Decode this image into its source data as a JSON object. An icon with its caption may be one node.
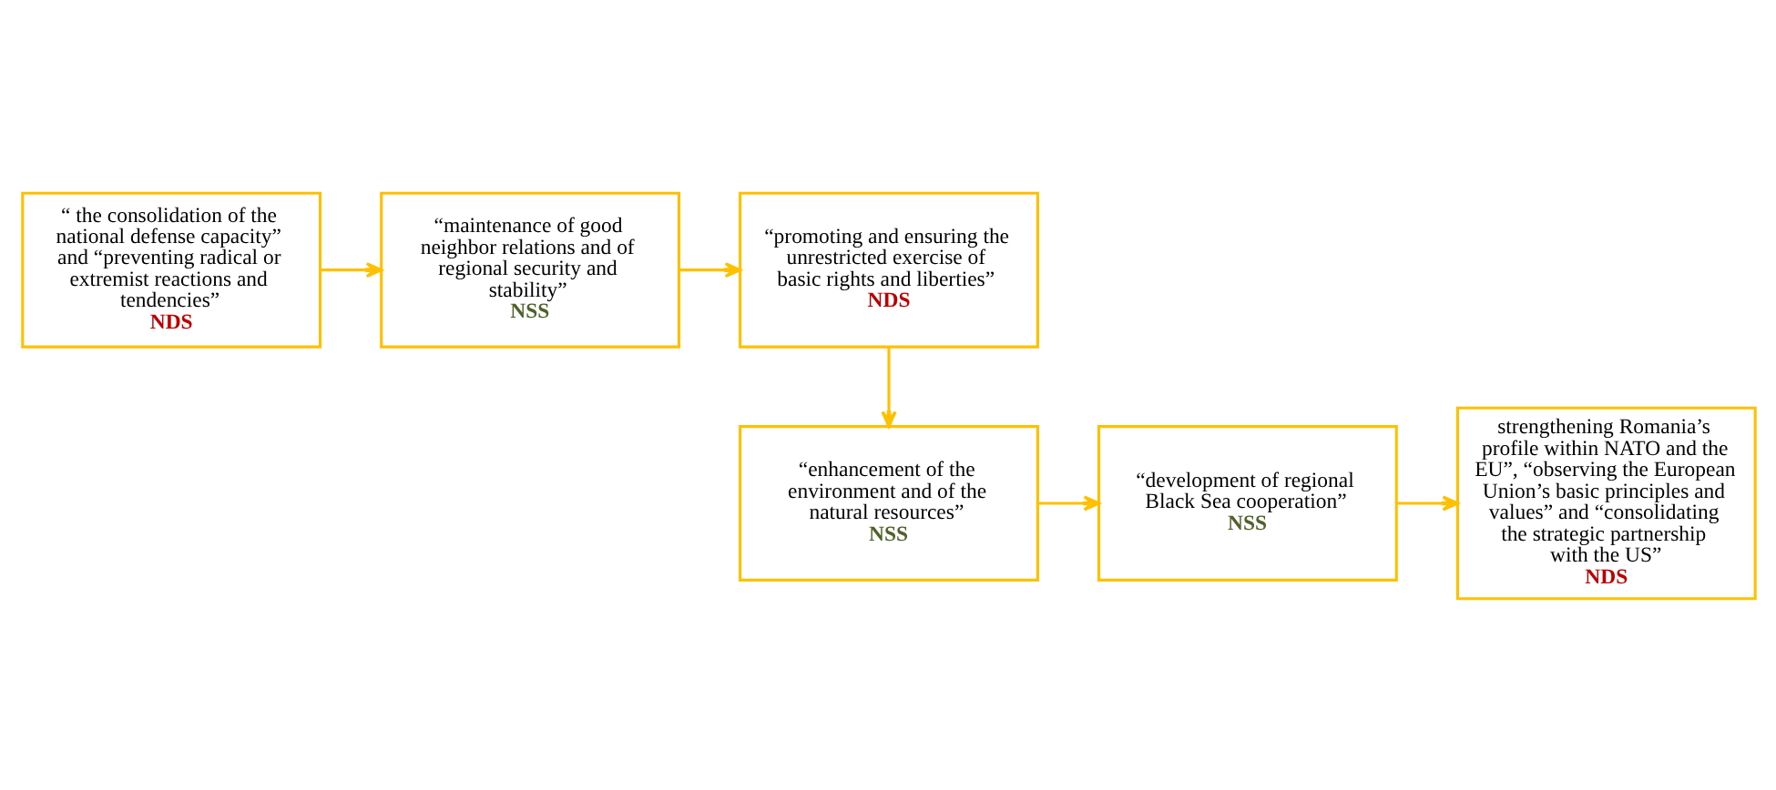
{
  "diagram": {
    "nodes": [
      {
        "text": [
          "“ the consolidation of the national defense capacity” and “preventing radical or extremist reactions and tendencies”",
          "NDS"
        ]
      },
      {
        "text": [
          "“maintenance of good neighbor relations and of regional security and stability”",
          "NSS"
        ]
      },
      {
        "text": [
          "“promoting and ensuring the unrestricted exercise of basic rights and liberties”",
          "NDS"
        ]
      },
      {
        "text": [
          "“enhancement of the environment and of the natural resources”",
          "NSS"
        ]
      },
      {
        "text": [
          "“development of regional Black Sea cooperation”",
          "NSS"
        ]
      },
      {
        "text": [
          "strengthening Romania’s profile within NATO and the EU”, “observing the European Union’s basic principles and values” and “consolidating the strategic partnership with the US”",
          "NDS"
        ]
      }
    ],
    "edges": [
      {
        "from": 0,
        "to": 1,
        "arrow": "to"
      },
      {
        "from": 1,
        "to": 2,
        "arrow": "to"
      },
      {
        "from": 2,
        "to": 3,
        "arrow": "to"
      },
      {
        "from": 3,
        "to": 4,
        "arrow": "to"
      },
      {
        "from": 4,
        "to": 5,
        "arrow": "to"
      }
    ]
  }
}
